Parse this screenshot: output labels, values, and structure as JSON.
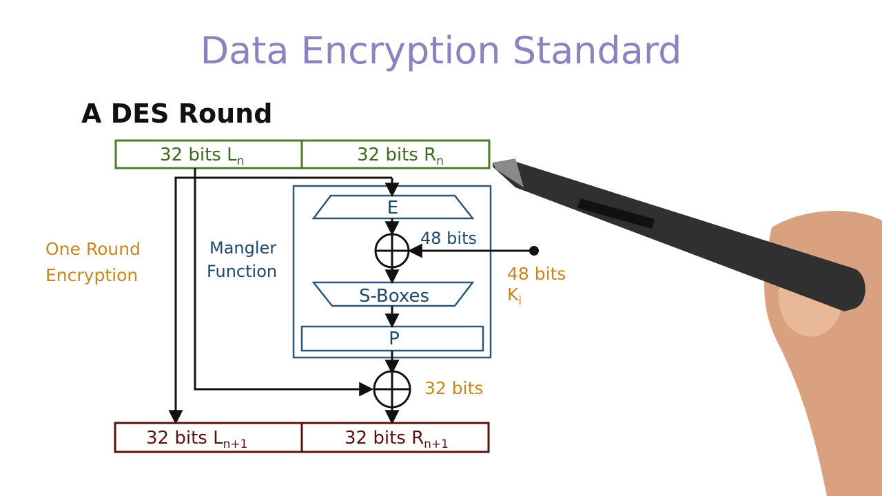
{
  "title": "Data Encryption Standard",
  "subtitle": "A DES Round",
  "top_row": {
    "left_main": "32 bits L",
    "left_sub": "n",
    "right_main": "32 bits R",
    "right_sub": "n"
  },
  "bottom_row": {
    "left_main": "32 bits L",
    "left_sub": "n+1",
    "right_main": "32 bits R",
    "right_sub": "n+1"
  },
  "mangler": {
    "label_line1": "Mangler",
    "label_line2": "Function",
    "expansion": "E",
    "sboxes": "S-Boxes",
    "permutation": "P",
    "xor_bits": "48 bits"
  },
  "key": {
    "bits": "48 bits",
    "label": "K",
    "label_sub": "i"
  },
  "round_label": {
    "line1": "One Round",
    "line2": "Encryption"
  },
  "final_xor_bits": "32 bits"
}
